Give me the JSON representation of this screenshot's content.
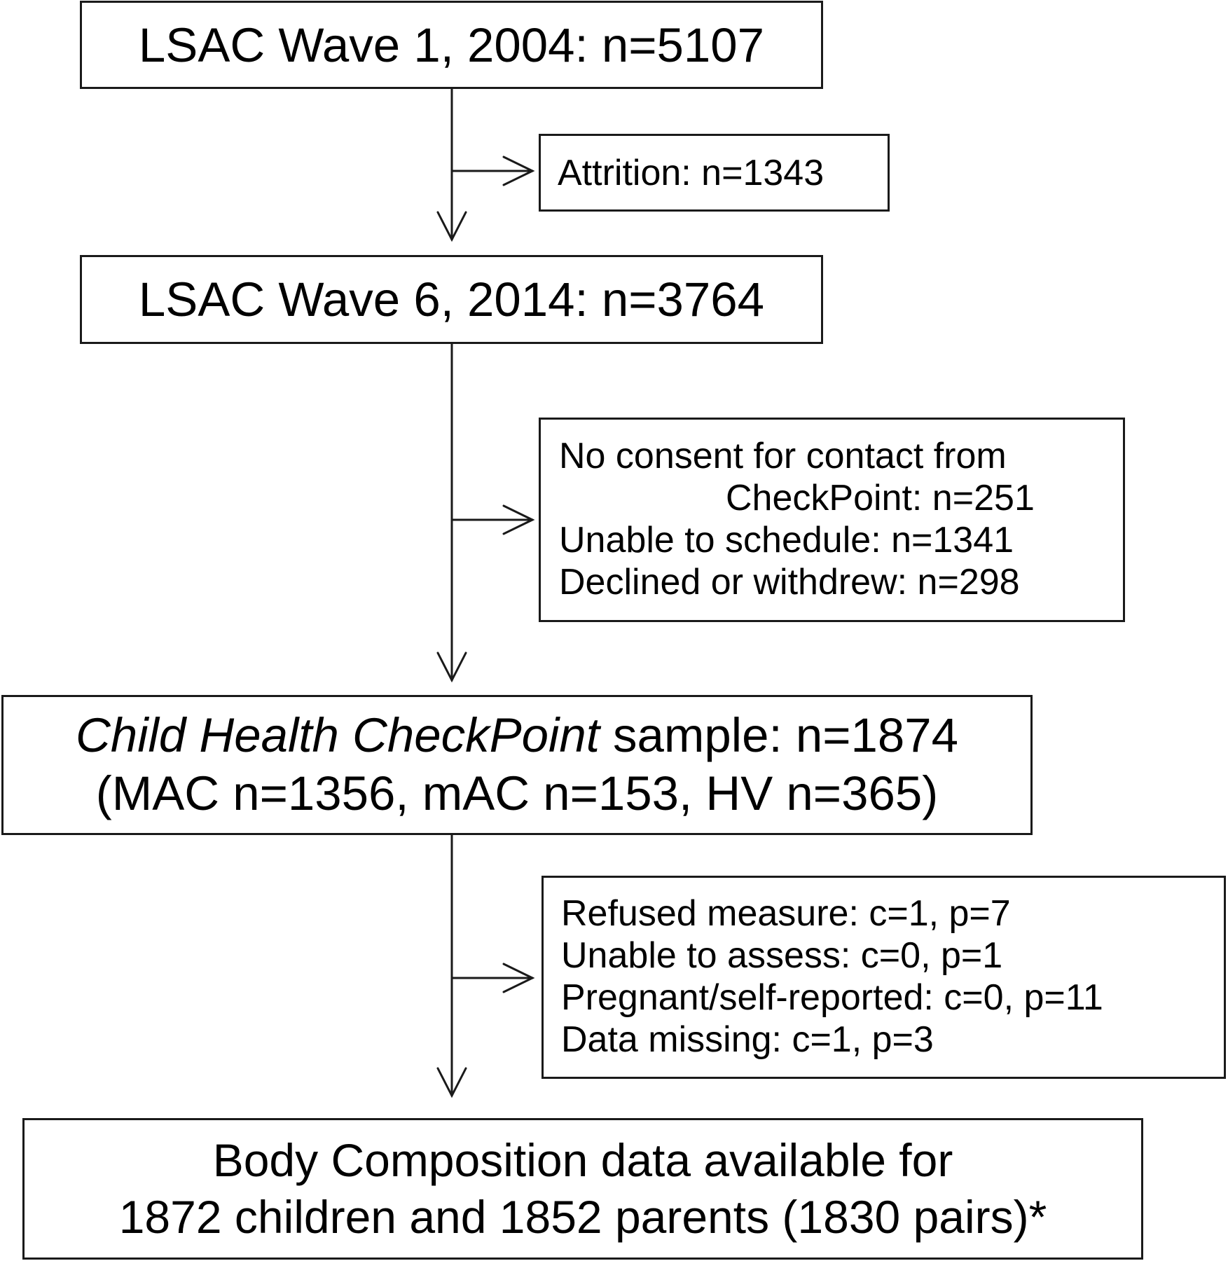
{
  "flowchart": {
    "wave1": {
      "text": "LSAC Wave 1, 2004: n=5107"
    },
    "attrition": {
      "text": "Attrition: n=1343"
    },
    "wave6": {
      "text": "LSAC Wave 6, 2014: n=3764"
    },
    "exclusions_1": {
      "lines": [
        "No consent for contact from",
        "CheckPoint: n=251",
        "Unable to schedule: n=1341",
        "Declined or withdrew: n=298"
      ]
    },
    "checkpoint": {
      "title_italic": "Child Health CheckPoint",
      "title_rest": " sample: n=1874",
      "subtitle": "(MAC n=1356, mAC n=153, HV n=365)"
    },
    "exclusions_2": {
      "lines": [
        "Refused measure: c=1, p=7",
        "Unable to assess: c=0, p=1",
        "Pregnant/self-reported: c=0, p=11",
        "Data missing: c=1, p=3"
      ]
    },
    "final": {
      "lines": [
        "Body Composition data available for",
        "1872 children and 1852 parents (1830 pairs)*"
      ]
    }
  },
  "colors": {
    "stroke": "#1a1a1a",
    "background": "#ffffff",
    "text": "#000000"
  }
}
